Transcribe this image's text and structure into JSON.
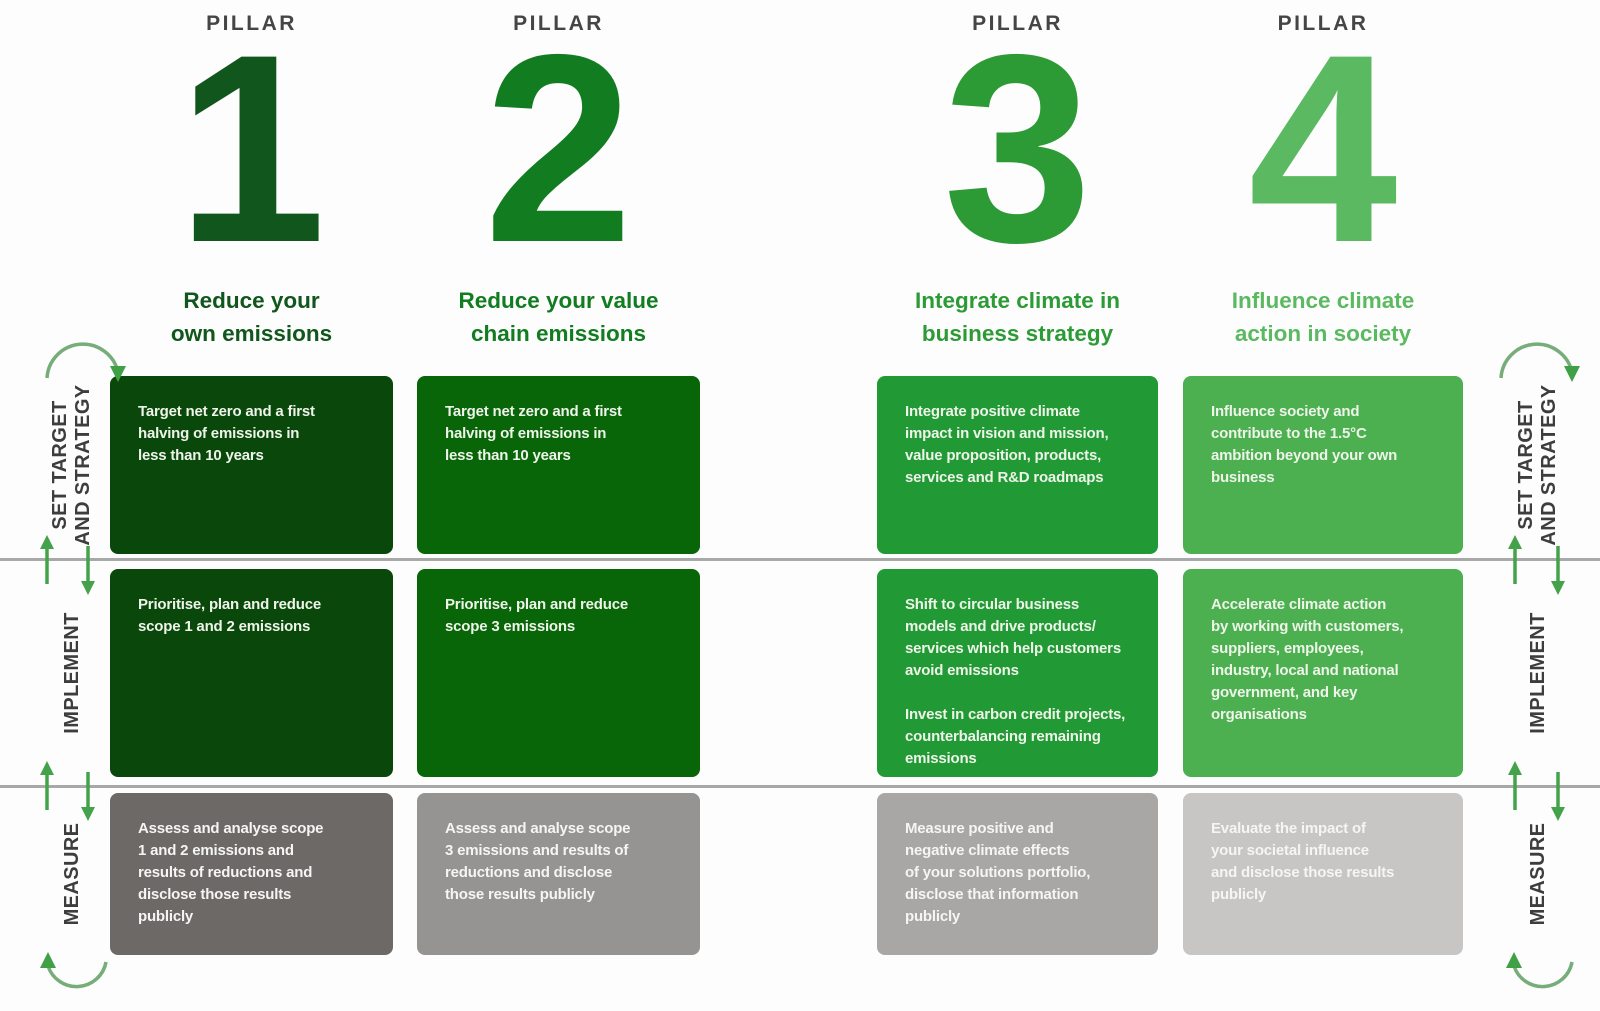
{
  "infographic": {
    "description": "Four-pillar climate action matrix",
    "row_labels": [
      "SET TARGET\nAND STRATEGY",
      "IMPLEMENT",
      "MEASURE"
    ],
    "pillars": [
      {
        "eyebrow": "PILLAR",
        "number": "1",
        "title": "Reduce your\nown emissions",
        "set_target": "Target net zero and a first\nhalving of emissions in\nless than 10 years",
        "implement": "Prioritise, plan and reduce\nscope 1 and 2 emissions",
        "measure": "Assess and analyse scope\n1 and 2 emissions and\nresults of reductions and\ndisclose those results\npublicly"
      },
      {
        "eyebrow": "PILLAR",
        "number": "2",
        "title": "Reduce your value\nchain emissions",
        "set_target": "Target net zero and a first\nhalving of emissions in\nless than 10 years",
        "implement": "Prioritise, plan and reduce\nscope 3 emissions",
        "measure": "Assess and analyse scope\n3 emissions and results of\nreductions and disclose\nthose results publicly"
      },
      {
        "eyebrow": "PILLAR",
        "number": "3",
        "title": "Integrate climate in\nbusiness strategy",
        "set_target": "Integrate positive climate\nimpact in vision and mission,\nvalue proposition, products,\nservices and R&D roadmaps",
        "implement": "Shift to circular business\nmodels and drive products/\nservices which help customers\navoid emissions\n\nInvest in carbon credit projects,\ncounterbalancing remaining\nemissions",
        "measure": "Measure positive and\nnegative climate effects\nof your solutions portfolio,\ndisclose that information\npublicly"
      },
      {
        "eyebrow": "PILLAR",
        "number": "4",
        "title": "Influence climate\naction in society",
        "set_target": "Influence society and\ncontribute to the 1.5°C\nambition beyond your own\nbusiness",
        "implement": "Accelerate climate action\nby working with customers,\nsuppliers, employees,\nindustry, local and national\ngovernment, and key\norganisations",
        "measure": "Evaluate the impact of\nyour societal influence\nand disclose those results\npublicly"
      }
    ],
    "colors": {
      "pillar1_dark_green": "#0a470b",
      "pillar2_green": "#086508",
      "pillar3_medium_green": "#219934",
      "pillar4_light_green": "#4cb051",
      "measure_gray_1": "#6c6966",
      "measure_gray_2": "#969492",
      "measure_gray_3": "#a9a7a5",
      "measure_gray_4": "#c7c6c4",
      "arrow_green": "#44a34a",
      "divider_gray": "#a8a8a8",
      "label_charcoal": "#3d3d3d"
    },
    "icons": {
      "cycle_arrow": "half-circle arrow indicating continuous cycle",
      "up_arrow": "upward flow arrow",
      "down_arrow": "downward flow arrow"
    }
  }
}
